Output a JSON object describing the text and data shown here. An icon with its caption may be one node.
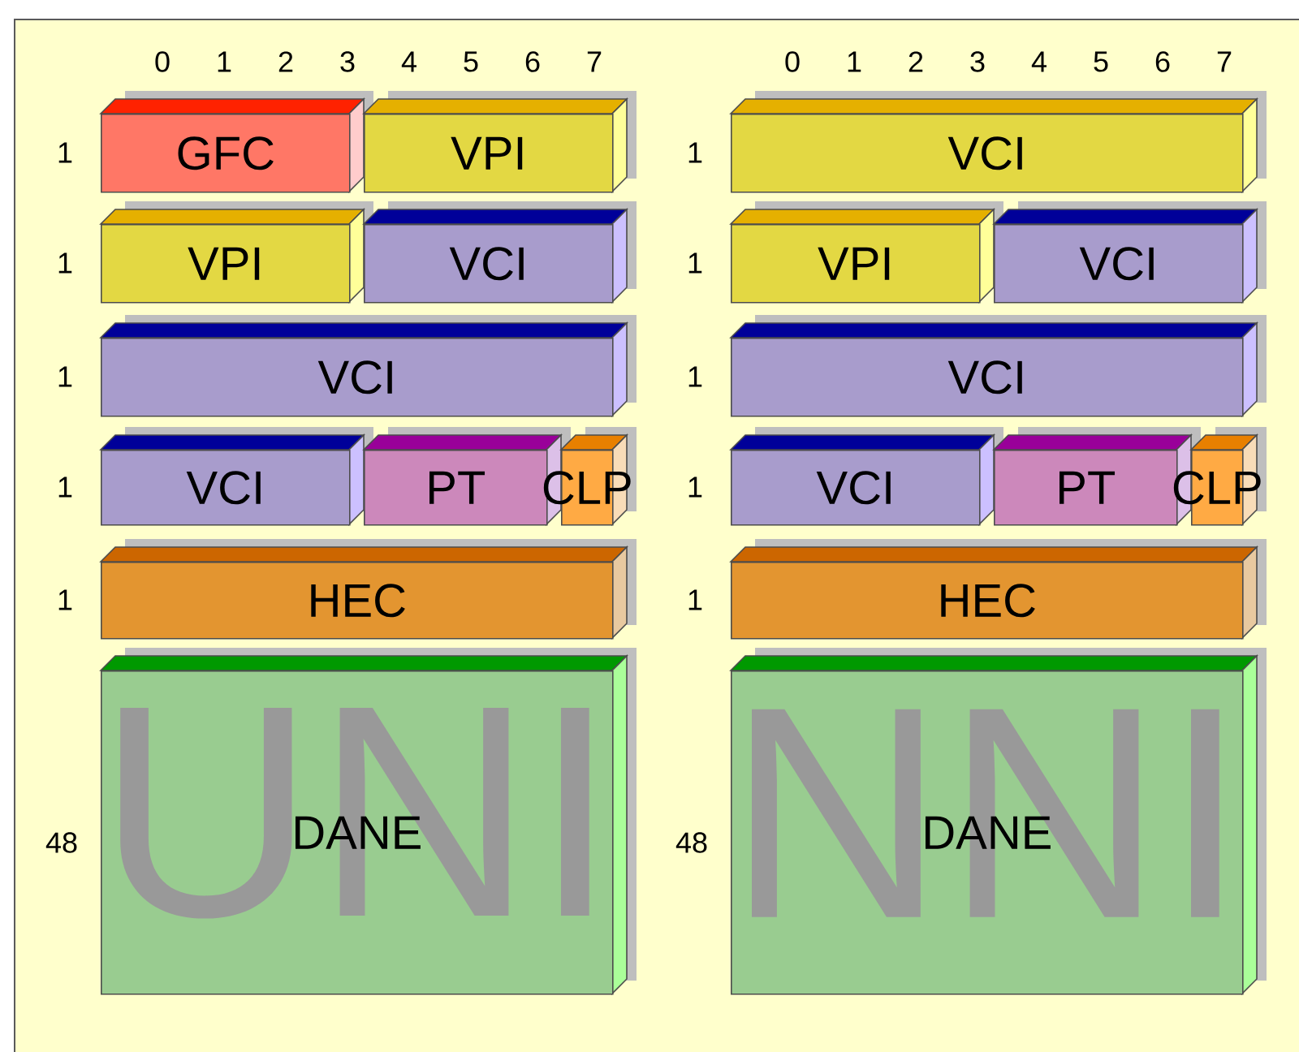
{
  "diagram": {
    "nodes": [
      {
        "text": [
          "GFC"
        ]
      },
      {
        "text": [
          "VPI"
        ]
      },
      {
        "text": [
          "VCI"
        ]
      },
      {
        "text": [
          "VPI"
        ]
      },
      {
        "text": [
          "VCI"
        ]
      },
      {
        "text": [
          "VPI"
        ]
      },
      {
        "text": [
          "VCI"
        ]
      },
      {
        "text": [
          "VCI"
        ]
      },
      {
        "text": [
          "VCI"
        ]
      },
      {
        "text": [
          "VCI"
        ]
      },
      {
        "text": [
          "PT"
        ]
      },
      {
        "text": [
          "CLP"
        ]
      },
      {
        "text": [
          "VCI"
        ]
      },
      {
        "text": [
          "PT"
        ]
      },
      {
        "text": [
          "CLP"
        ]
      },
      {
        "text": [
          "HEC"
        ]
      },
      {
        "text": [
          "HEC"
        ]
      },
      {
        "text": [
          "UNI",
          "DANE"
        ]
      },
      {
        "text": [
          "NNI",
          "DANE"
        ]
      }
    ],
    "labels": [
      "0",
      "1",
      "2",
      "3",
      "4",
      "5",
      "6",
      "7",
      "0",
      "1",
      "2",
      "3",
      "4",
      "5",
      "6",
      "7",
      "1",
      "1",
      "1",
      "1",
      "1",
      "1",
      "1",
      "1",
      "1",
      "1",
      "48",
      "48"
    ]
  }
}
